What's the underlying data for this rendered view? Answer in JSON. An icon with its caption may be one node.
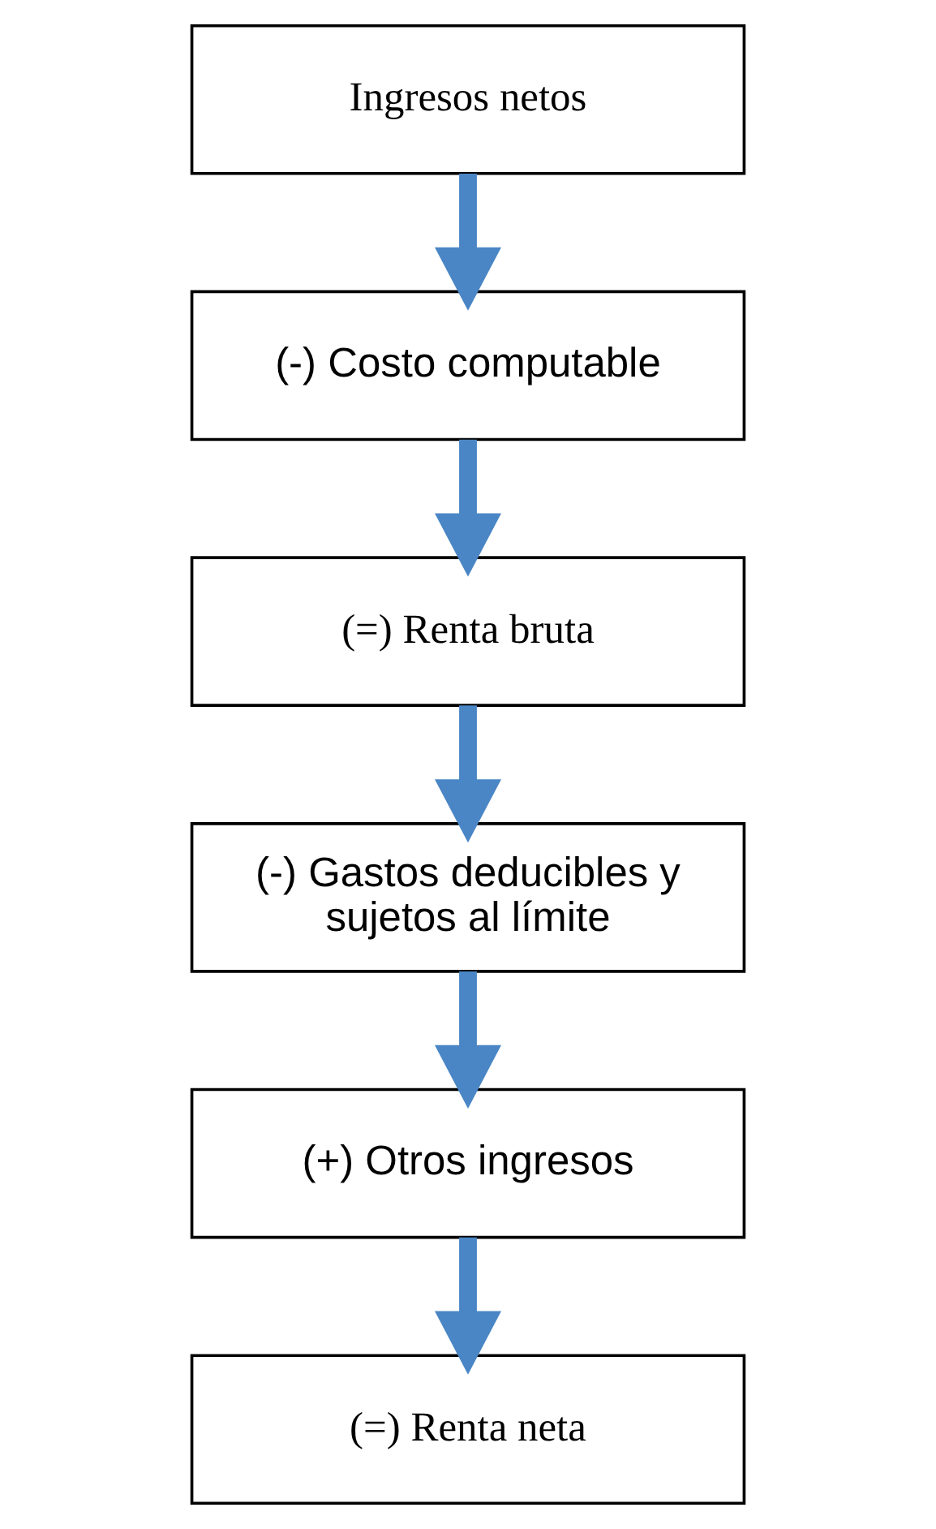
{
  "diagram": {
    "nodes": [
      {
        "text": [
          "Ingresos netos"
        ]
      },
      {
        "text": [
          "(-) Costo computable"
        ]
      },
      {
        "text": [
          "(=) Renta bruta"
        ]
      },
      {
        "text": [
          "(-) Gastos deducibles y sujetos al límite"
        ]
      },
      {
        "text": [
          "(+) Otros ingresos"
        ]
      },
      {
        "text": [
          "(=) Renta neta"
        ]
      }
    ],
    "edges": [
      {
        "from": 0,
        "to": 1,
        "arrow": "to"
      },
      {
        "from": 1,
        "to": 2,
        "arrow": "to"
      },
      {
        "from": 2,
        "to": 3,
        "arrow": "to"
      },
      {
        "from": 3,
        "to": 4,
        "arrow": "to"
      },
      {
        "from": 4,
        "to": 5,
        "arrow": "to"
      }
    ]
  }
}
